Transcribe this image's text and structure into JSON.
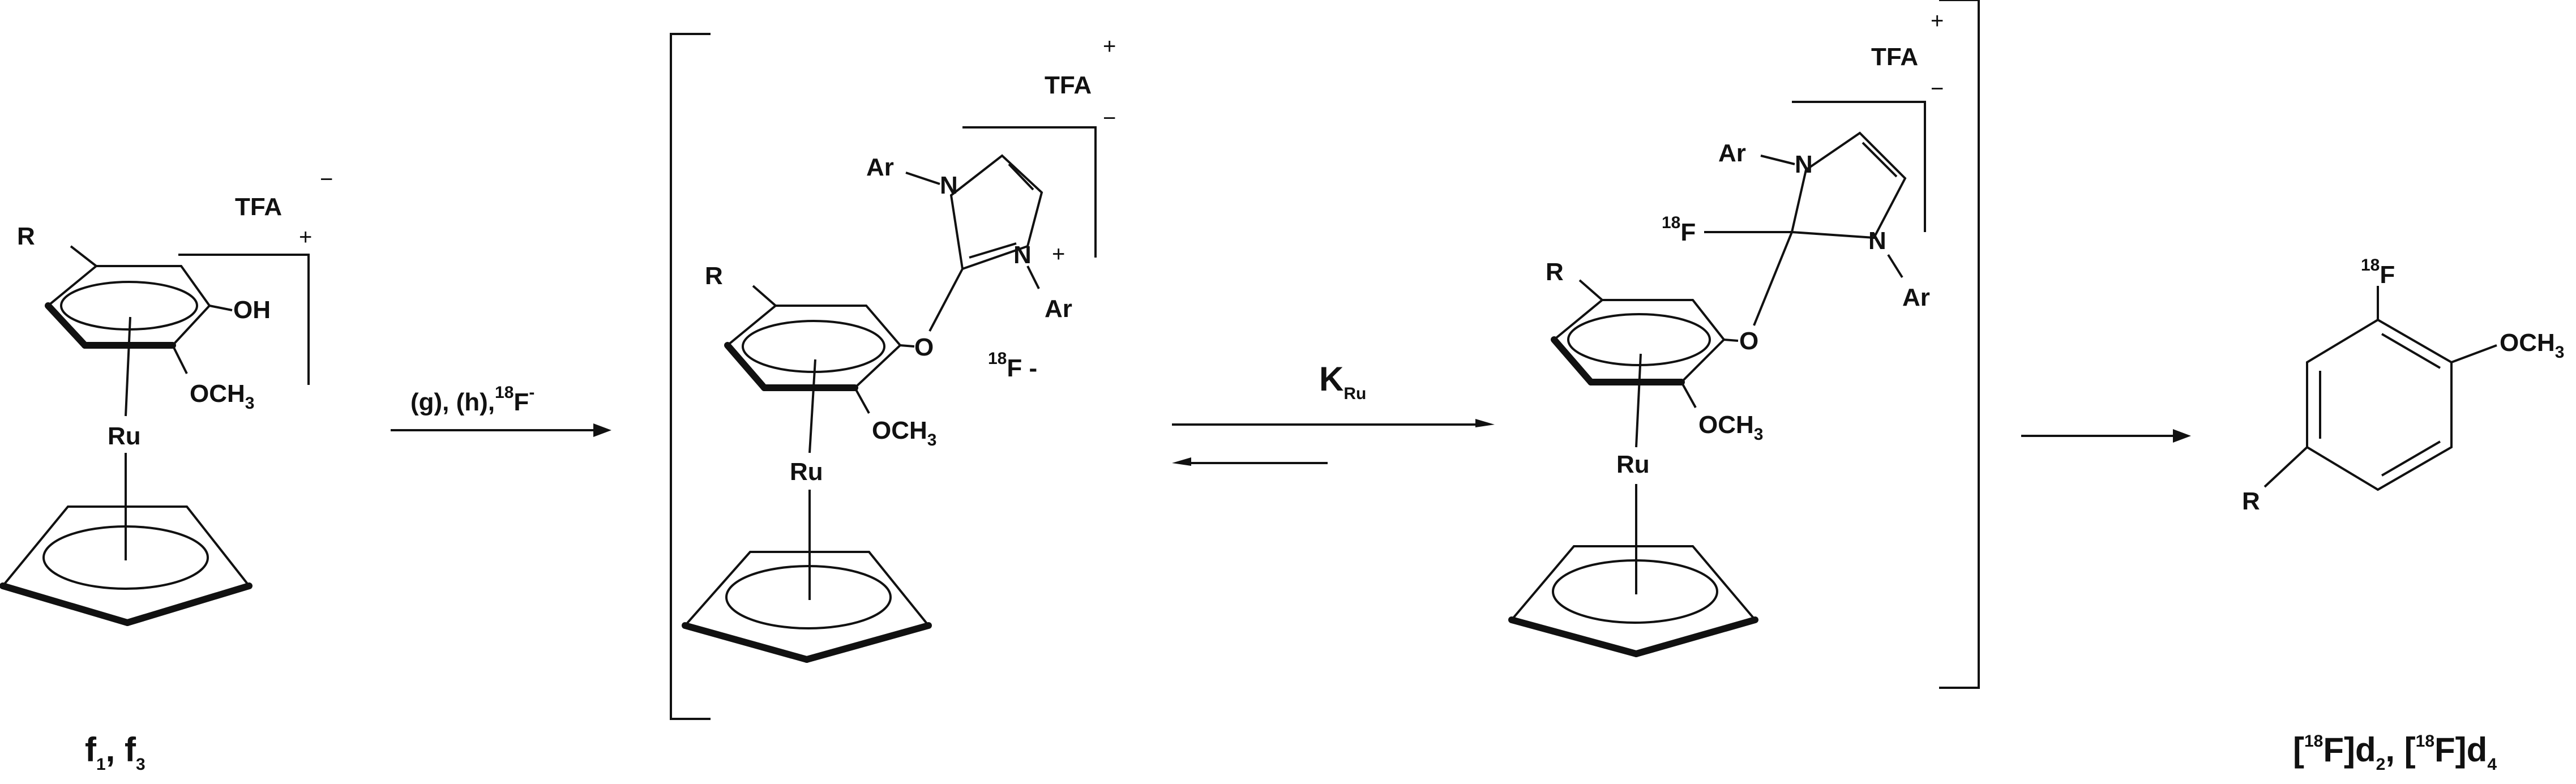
{
  "scheme": {
    "reagents_arrow_label": "(g), (h),",
    "fluoride_isotope": "18",
    "fluoride_symbol": "F",
    "fluoride_charge": "-",
    "equilibrium_label_k": "K",
    "equilibrium_label_sub": "Ru",
    "compound1": {
      "label_f": "f",
      "label_1": "1",
      "label_sep": ", f",
      "label_3": "3",
      "R": "R",
      "OH": "OH",
      "OCH": "OCH",
      "three": "3",
      "Ru": "Ru",
      "TFA": "TFA",
      "minus": "−",
      "plus": "+"
    },
    "intermediate1": {
      "R": "R",
      "O": "O",
      "OCH": "OCH",
      "three": "3",
      "Ru": "Ru",
      "N_top": "N",
      "N_right": "N",
      "Ar_top": "Ar",
      "Ar_right": "Ar",
      "ring_plus": "+",
      "TFA": "TFA",
      "plus": "+",
      "minus": "−",
      "fluoride_isotope": "18",
      "fluoride_text": "F -"
    },
    "intermediate2": {
      "R": "R",
      "O": "O",
      "OCH": "OCH",
      "three": "3",
      "Ru": "Ru",
      "N_top": "N",
      "N_right": "N",
      "Ar_top": "Ar",
      "Ar_right": "Ar",
      "F_isotope": "18",
      "F": "F",
      "TFA": "TFA",
      "plus": "+",
      "minus": "−"
    },
    "product": {
      "F_isotope": "18",
      "F": "F",
      "OCH": "OCH",
      "three": "3",
      "R": "R",
      "label_b1": "[",
      "label_iso1": "18",
      "label_mid1": "F]d",
      "label_sub1": "2",
      "label_sep": ", [",
      "label_iso2": "18",
      "label_mid2": "F]d",
      "label_sub2": "4"
    }
  }
}
